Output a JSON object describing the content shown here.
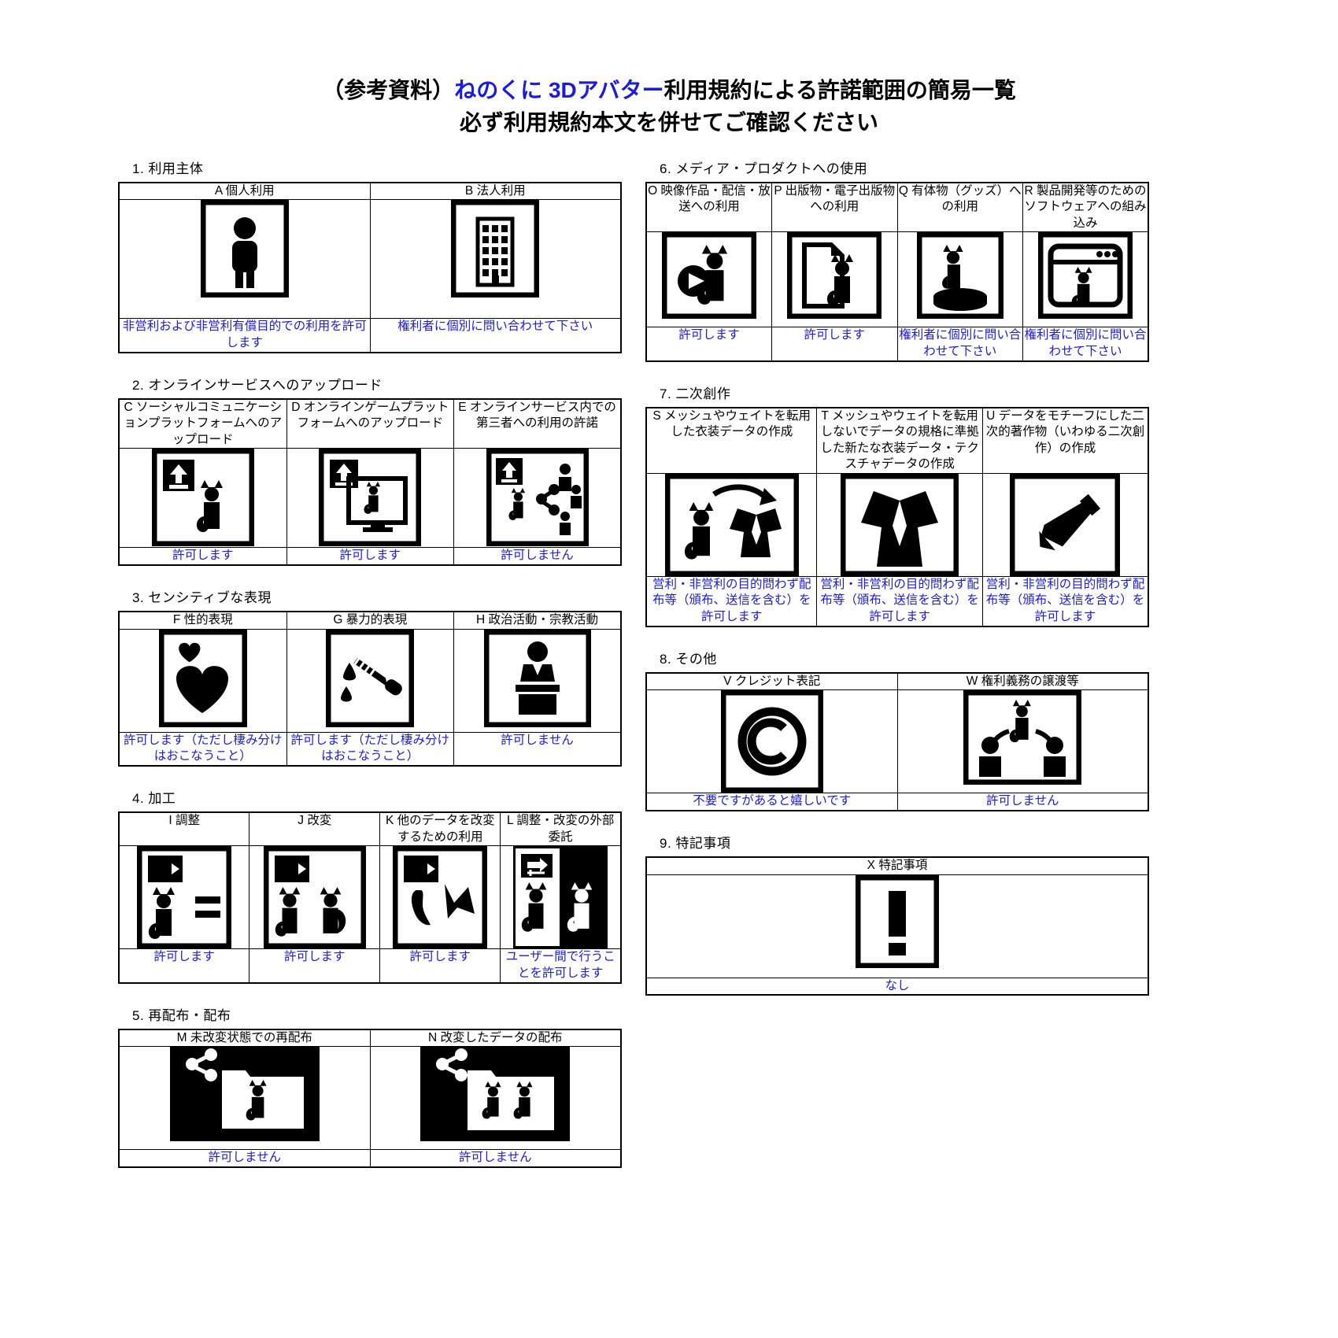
{
  "title": {
    "line1_prefix": "（参考資料）",
    "line1_brand": "ねのくに 3Dアバター",
    "line1_suffix": "利用規約による許諾範囲の簡易一覧",
    "line2": "必ず利用規約本文を併せてご確認ください",
    "brand_color": "#1a1ae0"
  },
  "permission_color": "#1a1ae0",
  "sections": [
    {
      "number": "1.",
      "heading": "利用主体",
      "columns": [
        {
          "header": "A  個人利用",
          "icon": "person-icon",
          "permission": "非営利および非営利有償目的での利用を許可します"
        },
        {
          "header": "B  法人利用",
          "icon": "building-icon",
          "permission": "権利者に個別に問い合わせて下さい"
        }
      ]
    },
    {
      "number": "2.",
      "heading": "オンラインサービスへのアップロード",
      "columns": [
        {
          "header": "C  ソーシャルコミュニケーションプラットフォームへのアップロード",
          "icon": "upload-cat-icon",
          "permission": "許可します"
        },
        {
          "header": "D  オンラインゲームプラットフォームへのアップロード",
          "icon": "upload-monitor-cat-icon",
          "permission": "許可します"
        },
        {
          "header": "E  オンラインサービス内での第三者への利用の許諾",
          "icon": "upload-share-people-icon",
          "permission": "許可しません"
        }
      ]
    },
    {
      "number": "3.",
      "heading": "センシティブな表現",
      "columns": [
        {
          "header": "F  性的表現",
          "icon": "hearts-icon",
          "permission": "許可します（ただし棲み分けはおこなうこと）"
        },
        {
          "header": "G  暴力的表現",
          "icon": "knife-blood-icon",
          "permission": "許可します（ただし棲み分けはおこなうこと）"
        },
        {
          "header": "H  政治活動・宗教活動",
          "icon": "podium-speaker-icon",
          "permission": "許可しません"
        }
      ]
    },
    {
      "number": "4.",
      "heading": "加工",
      "columns": [
        {
          "header": "I  調整",
          "icon": "arrow-cat-equals-icon",
          "permission": "許可します"
        },
        {
          "header": "J  改変",
          "icon": "arrow-two-cats-icon",
          "permission": "許可します"
        },
        {
          "header": "K  他のデータを改変するための利用",
          "icon": "arrow-tail-ears-icon",
          "permission": "許可します"
        },
        {
          "header": "L  調整・改変の外部委託",
          "icon": "handoff-cats-icon",
          "permission": "ユーザー間で行うことを許可します"
        }
      ]
    },
    {
      "number": "5.",
      "heading": "再配布・配布",
      "columns": [
        {
          "header": "M  未改変状態での再配布",
          "icon": "share-folder-cat-icon",
          "permission": "許可しません"
        },
        {
          "header": "N  改変したデータの配布",
          "icon": "share-folder-two-cats-icon",
          "permission": "許可しません"
        }
      ]
    },
    {
      "number": "6.",
      "heading": "メディア・プロダクトへの使用",
      "columns": [
        {
          "header": "O  映像作品・配信・放送への利用",
          "icon": "cat-play-button-icon",
          "permission": "許可します"
        },
        {
          "header": "P  出版物・電子出版物への利用",
          "icon": "cat-document-icon",
          "permission": "許可します"
        },
        {
          "header": "Q  有体物（グッズ）への利用",
          "icon": "cat-figurine-icon",
          "permission": "権利者に個別に問い合わせて下さい"
        },
        {
          "header": "R  製品開発等のためのソフトウェアへの組み込み",
          "icon": "cat-software-window-icon",
          "permission": "権利者に個別に問い合わせて下さい"
        }
      ]
    },
    {
      "number": "7.",
      "heading": "二次創作",
      "columns": [
        {
          "header": "S  メッシュやウェイトを転用した衣装データの作成",
          "icon": "cat-cloth-transfer-icon",
          "permission": "営利・非営利の目的問わず配布等（頒布、送信を含む）を許可します"
        },
        {
          "header": "T  メッシュやウェイトを転用しないでデータの規格に準拠した新たな衣装データ・テクスチャデータの作成",
          "icon": "cloth-new-icon",
          "permission": "営利・非営利の目的問わず配布等（頒布、送信を含む）を許可します"
        },
        {
          "header": "U  データをモチーフにした二次的著作物（いわゆる二次創作）の作成",
          "icon": "paintbrush-icon",
          "permission": "営利・非営利の目的問わず配布等（頒布、送信を含む）を許可します"
        }
      ]
    },
    {
      "number": "8.",
      "heading": "その他",
      "columns": [
        {
          "header": "V  クレジット表記",
          "icon": "copyright-icon",
          "permission": "不要ですがあると嬉しいです"
        },
        {
          "header": "W  権利義務の譲渡等",
          "icon": "transfer-people-icon",
          "permission": "許可しません"
        }
      ]
    },
    {
      "number": "9.",
      "heading": "特記事項",
      "columns": [
        {
          "header": "X  特記事項",
          "icon": "exclamation-icon",
          "permission": "なし"
        }
      ]
    }
  ]
}
